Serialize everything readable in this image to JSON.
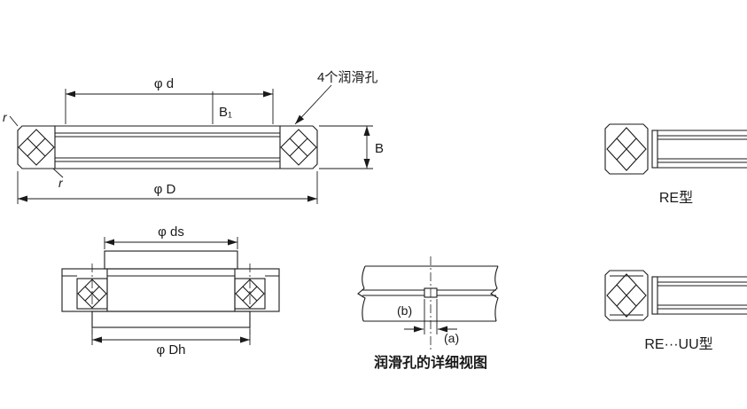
{
  "colors": {
    "line": "#1a1a1a",
    "background": "#ffffff"
  },
  "main_view": {
    "dim_bore": "φ d",
    "dim_inner_width": "B₁",
    "lube_holes_note": "4个润滑孔",
    "dim_width": "B",
    "fillet_left": "r",
    "fillet_bottom": "r",
    "dim_outer": "φ D"
  },
  "mount_view": {
    "dim_shaft_seat": "φ ds",
    "dim_housing_bore": "φ Dh"
  },
  "detail_view": {
    "dim_b": "(b)",
    "dim_a": "(a)",
    "caption": "润滑孔的详细视图"
  },
  "type_views": {
    "re_label": "RE型",
    "re_uu_label": "RE···UU型"
  }
}
